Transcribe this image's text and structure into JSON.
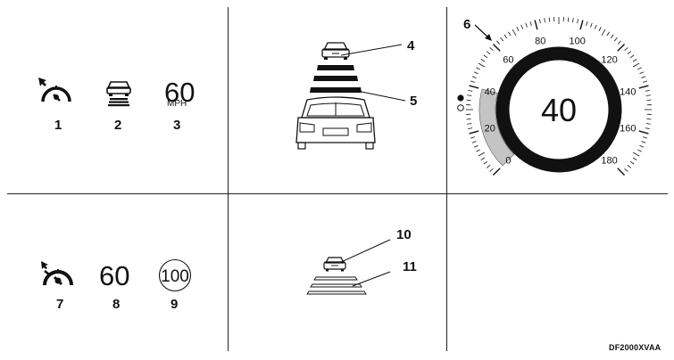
{
  "callouts": {
    "n1": "1",
    "n2": "2",
    "n3": "3",
    "n4": "4",
    "n5": "5",
    "n6": "6",
    "n7": "7",
    "n8": "8",
    "n9": "9",
    "n10": "10",
    "n11": "11"
  },
  "panel_a": {
    "speed_value": "60",
    "speed_unit": "MPH"
  },
  "panel_c": {
    "set_speed": "40",
    "dial_labels": [
      "0",
      "20",
      "40",
      "60",
      "80",
      "100",
      "120",
      "140",
      "160",
      "180"
    ]
  },
  "panel_d": {
    "speed_value": "60",
    "speed_limit_sign": "100"
  },
  "figure_code": "DF2000XVAA"
}
